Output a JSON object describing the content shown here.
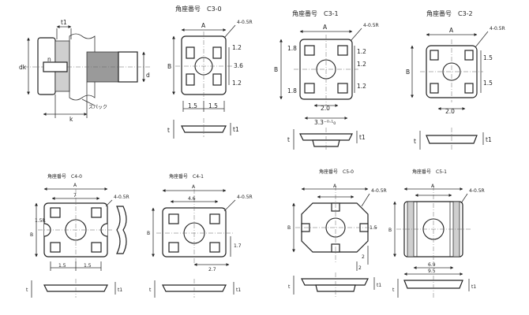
{
  "views": [
    {
      "id": "screw-assembly",
      "labels": {
        "t1": "t1",
        "dk": "dk",
        "n": "n",
        "d": "d",
        "k": "k",
        "spring": "スパック"
      }
    },
    {
      "id": "c3-0",
      "title": "角座番号　C3-0",
      "dims": {
        "A": "A",
        "B": "B",
        "r": "4-0.5R",
        "v1": "1.2",
        "v2": "3.6",
        "v3": "1.2",
        "h1": "1.5",
        "h2": "1.5",
        "t": "t",
        "t1": "t1"
      }
    },
    {
      "id": "c3-1",
      "title": "角座番号　C3-1",
      "dims": {
        "A": "A",
        "B": "B",
        "r": "4-0.5R",
        "l1": "1.8",
        "l2": "1.8",
        "v1": "1.2",
        "v2": "1.2",
        "v3": "1.2",
        "h1": "2.0",
        "h2": "3.3⁻⁰·¹₀",
        "t": "t",
        "t1": "t1"
      }
    },
    {
      "id": "c3-2",
      "title": "角座番号　C3-2",
      "dims": {
        "A": "A",
        "B": "B",
        "r": "4-0.5R",
        "v1": "1.5",
        "v2": "1.5",
        "h1": "2.0",
        "t": "t",
        "t1": "t1"
      }
    },
    {
      "id": "c4-0",
      "title": "角座番号　C4-0",
      "dims": {
        "A": "A",
        "B": "B",
        "r": "4-0.5R",
        "top": "7",
        "side": "1.5R",
        "h1": "1.5",
        "h2": "1.5",
        "t": "t",
        "t1": "t1"
      }
    },
    {
      "id": "c4-1",
      "title": "角座番号　C4-1",
      "dims": {
        "A": "A",
        "B": "B",
        "r": "4-0.5R",
        "top": "4.6",
        "v1": "1.7",
        "h1": "2.7",
        "t": "t",
        "t1": "t1"
      }
    },
    {
      "id": "c5-0",
      "title": "角座番号　C5-0",
      "dims": {
        "A": "A",
        "B": "B",
        "r": "4-0.5R",
        "v1": "1.5",
        "h1": "2",
        "h2": "2",
        "t": "t",
        "t1": "t1"
      }
    },
    {
      "id": "c5-1",
      "title": "角座番号　C5-1",
      "dims": {
        "A": "A",
        "B": "B",
        "r": "4-0.5R",
        "h1": "6.9",
        "h2": "9.5",
        "t": "t",
        "t1": "t1"
      }
    }
  ]
}
